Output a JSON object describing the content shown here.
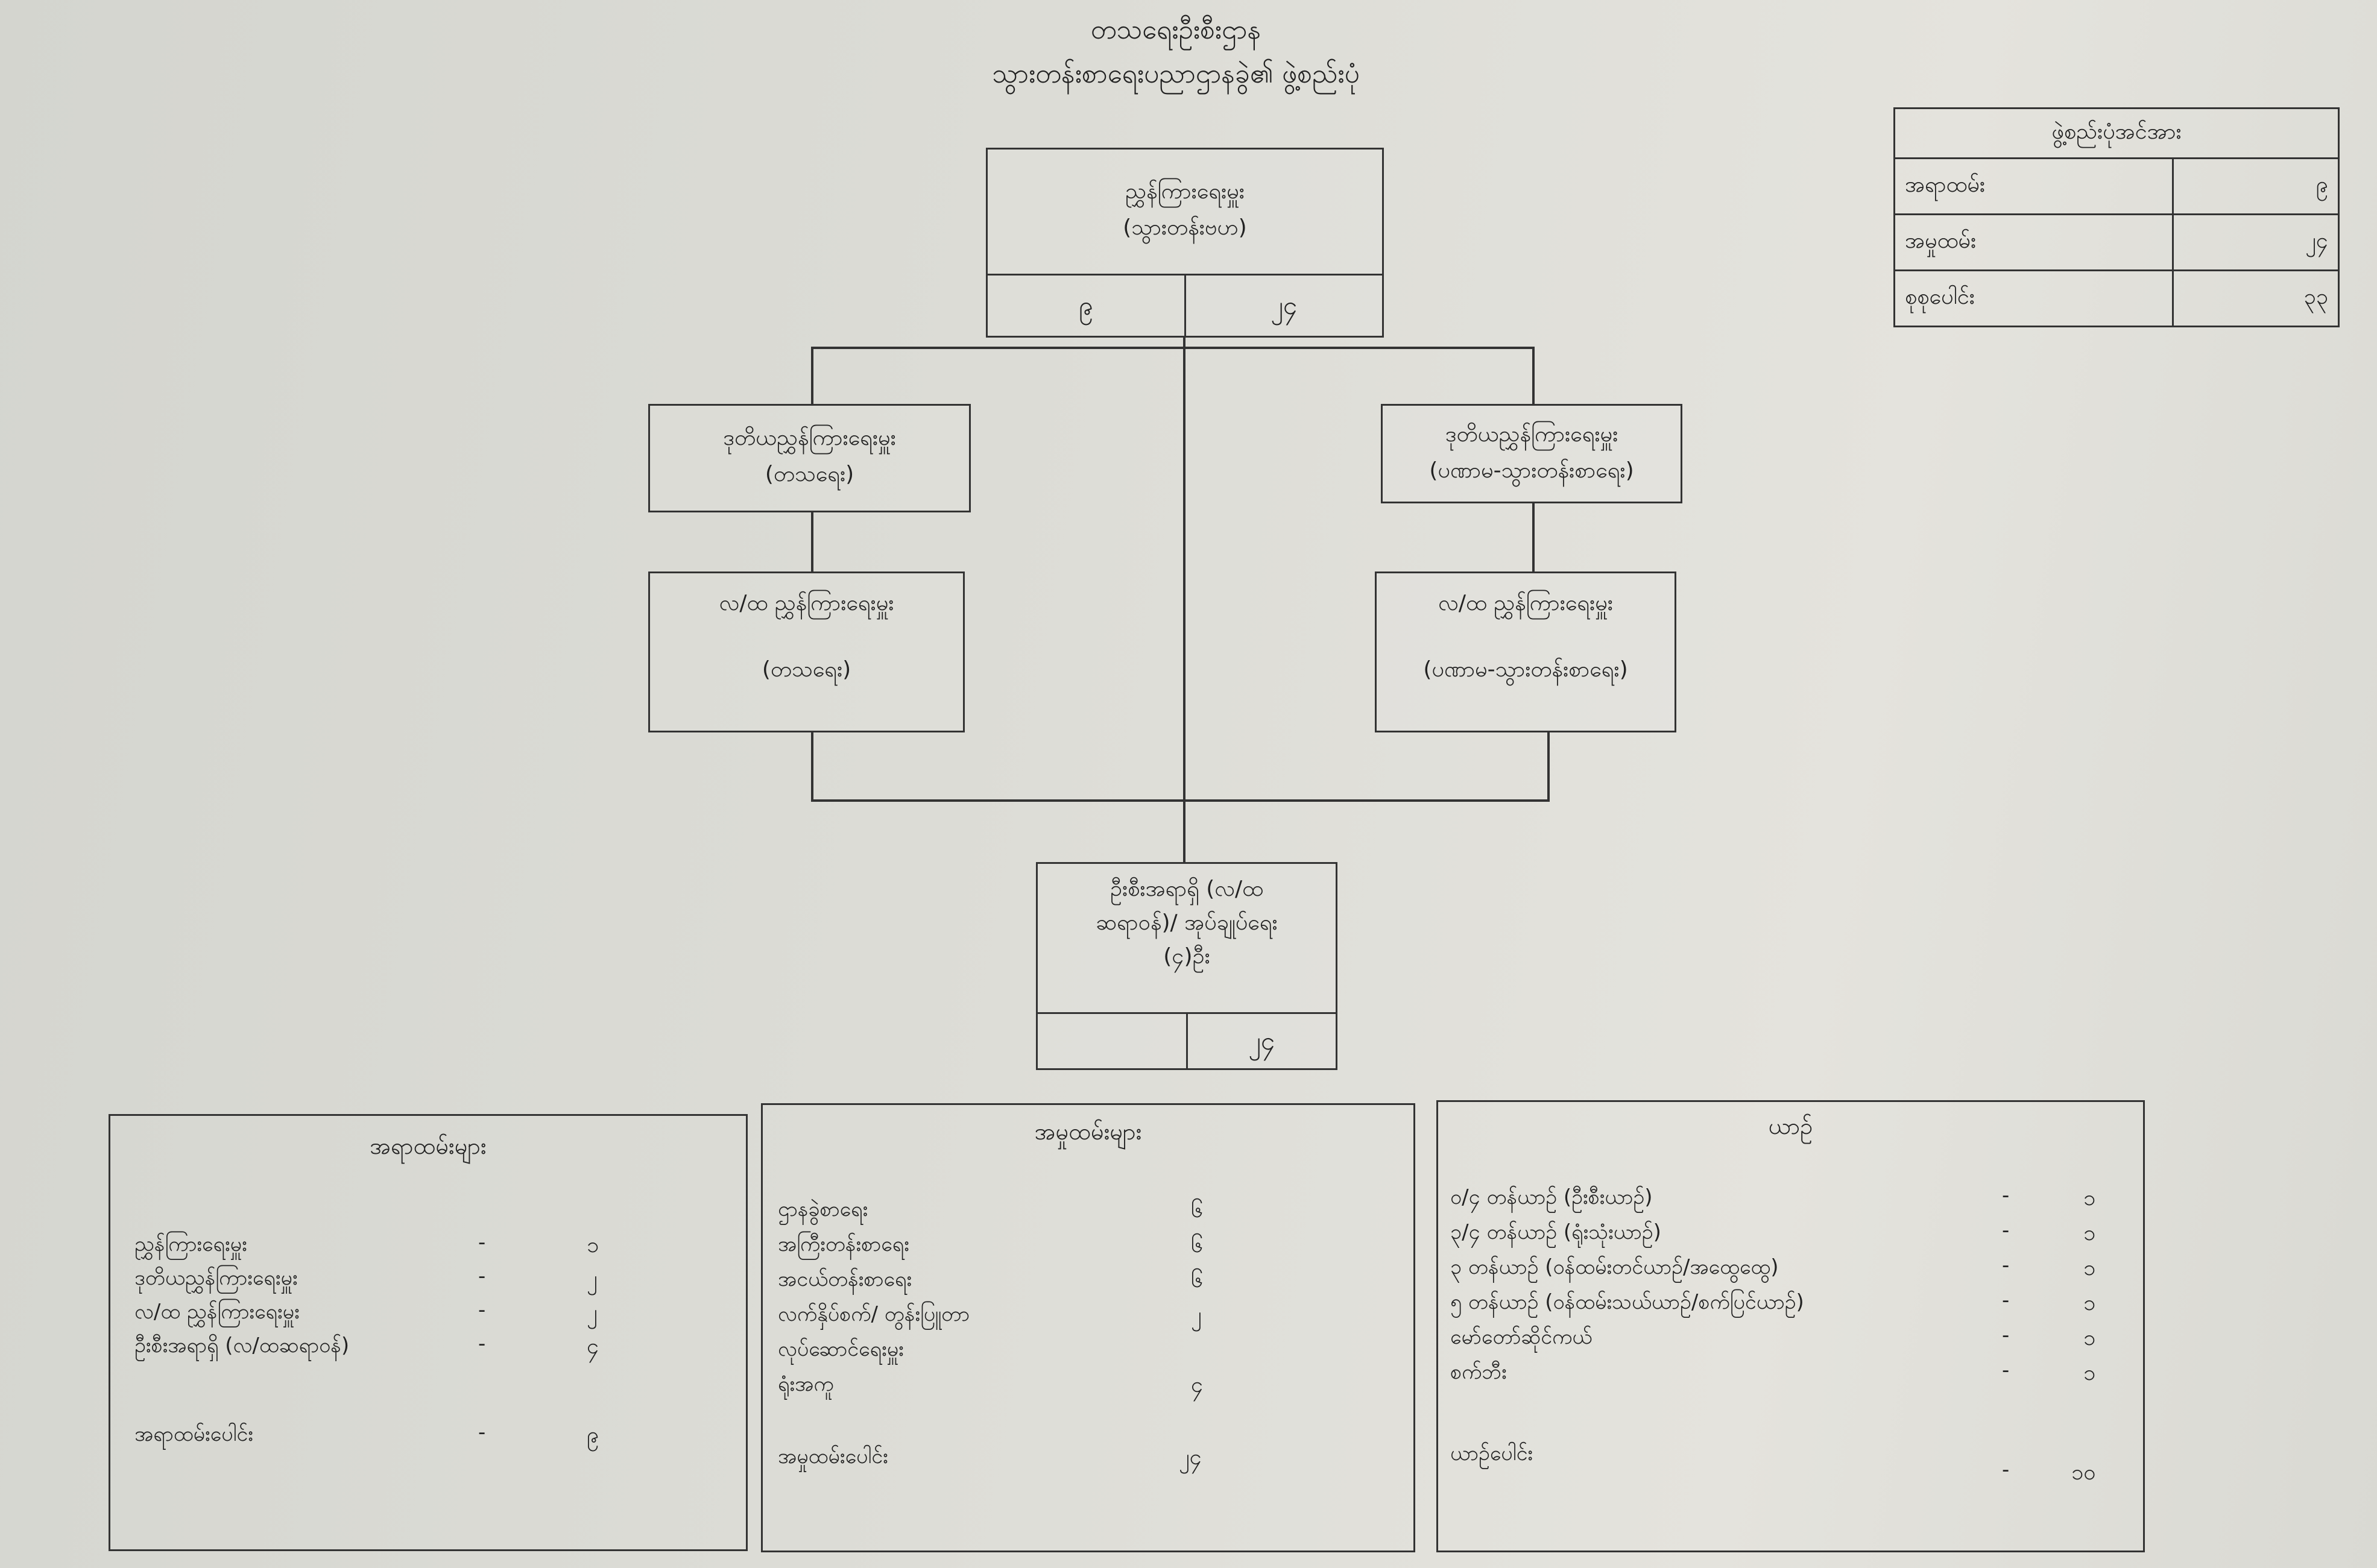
{
  "header": {
    "title_line1": "တသရေးဦးစီးဌာန",
    "title_line2": "သွားတန်းစာရေးပညာဌာနခွဲ၏ ဖွဲ့စည်းပုံ"
  },
  "summary": {
    "heading": "ဖွဲ့စည်းပုံအင်အား",
    "rows": [
      {
        "label": "အရာထမ်း",
        "value": "၉"
      },
      {
        "label": "အမှုထမ်း",
        "value": "၂၄"
      },
      {
        "label": "စုစုပေါင်း",
        "value": "၃၃"
      }
    ]
  },
  "chart": {
    "top": {
      "title": "ညွှန်ကြားရေးမှူး",
      "subtitle": "(သွားတန်းဗဟ)",
      "cell_left": "၉",
      "cell_right": "၂၄"
    },
    "left_deputy": {
      "title": "ဒုတိယညွှန်ကြားရေးမှူး",
      "subtitle": "(တသရေး)"
    },
    "right_deputy": {
      "title": "ဒုတိယညွှန်ကြားရေးမှူး",
      "subtitle": "(ပဏာမ-သွားတန်းစာရေး)"
    },
    "left_assistant": {
      "title": "လ/ထ ညွှန်ကြားရေးမှူး",
      "subtitle": "(တသရေး)"
    },
    "right_assistant": {
      "title": "လ/ထ ညွှန်ကြားရေးမှူး",
      "subtitle": "(ပဏာမ-သွားတန်းစာရေး)"
    },
    "bottom": {
      "line1": "ဦးစီးအရာရှိ (လ/ထ",
      "line2": "ဆရာဝန်)/ အုပ်ချုပ်ရေး",
      "line3": "(၄)ဦး",
      "cell_left": "",
      "cell_right": "၂၄"
    }
  },
  "officers": {
    "heading": "အရာထမ်းများ",
    "rows": [
      {
        "label": "ညွှန်ကြားရေးမှူး",
        "dash": "-",
        "value": "၁"
      },
      {
        "label": "ဒုတိယညွှန်ကြားရေးမှူး",
        "dash": "-",
        "value": "၂"
      },
      {
        "label": "လ/ထ ညွှန်ကြားရေးမှူး",
        "dash": "-",
        "value": "၂"
      },
      {
        "label": "ဦးစီးအရာရှိ (လ/ထဆရာဝန်)",
        "dash": "-",
        "value": "၄"
      }
    ],
    "total": {
      "label": "အရာထမ်းပေါင်း",
      "dash": "-",
      "value": "၉"
    }
  },
  "staff": {
    "heading": "အမှုထမ်းများ",
    "rows": [
      {
        "label": "ဌာနခွဲစာရေး",
        "value": "၆"
      },
      {
        "label": "အကြီးတန်းစာရေး",
        "value": "၆"
      },
      {
        "label": "အငယ်တန်းစာရေး",
        "value": "၆"
      },
      {
        "label": "လက်နှိပ်စက်/ တွန်းပြူတာ",
        "value": "၂"
      },
      {
        "label": "လုပ်ဆောင်ရေးမှူး",
        "value": ""
      },
      {
        "label": "ရုံးအကူ",
        "value": "၄"
      }
    ],
    "total": {
      "label": "အမှုထမ်းပေါင်း",
      "value": "၂၄"
    }
  },
  "vehicles": {
    "heading": "ယာဉ်",
    "rows": [
      {
        "label": "၀/၄ တန်ယာဉ် (ဦးစီးယာဉ်)",
        "dash": "-",
        "value": "၁"
      },
      {
        "label": "၃/၄ တန်ယာဉ် (ရုံးသုံးယာဉ်)",
        "dash": "-",
        "value": "၁"
      },
      {
        "label": "၃ တန်ယာဉ် (ဝန်ထမ်းတင်ယာဉ်/အထွေထွေ)",
        "dash": "-",
        "value": "၁"
      },
      {
        "label": "၅ တန်ယာဉ် (ဝန်ထမ်းသယ်ယာဉ်/စက်ပြင်ယာဉ်)",
        "dash": "-",
        "value": "၁"
      },
      {
        "label": "မော်တော်ဆိုင်ကယ်",
        "dash": "-",
        "value": "၁"
      },
      {
        "label": "စက်ဘီး",
        "dash": "-",
        "value": "၁"
      }
    ],
    "total": {
      "label": "ယာဉ်ပေါင်း",
      "dash": "-",
      "value": "၁၀"
    }
  }
}
